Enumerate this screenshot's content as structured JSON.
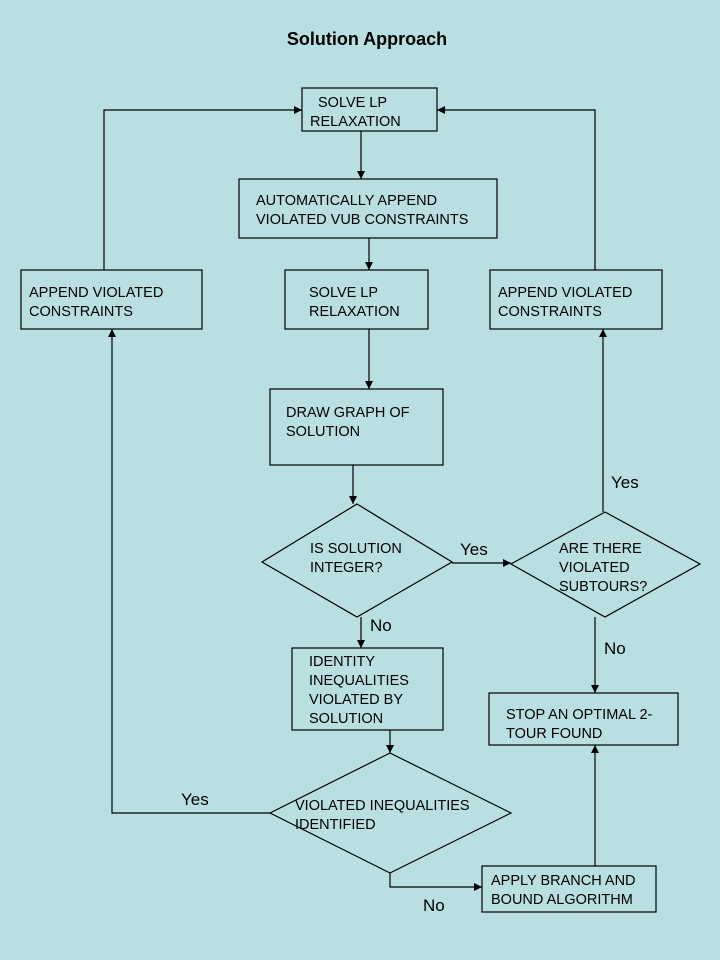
{
  "title": "Solution Approach",
  "nodes": {
    "solve_lp_top": [
      "SOLVE LP",
      "RELAXATION"
    ],
    "append_vub": [
      "AUTOMATICALLY APPEND",
      "VIOLATED VUB CONSTRAINTS"
    ],
    "append_left": [
      "APPEND VIOLATED",
      "CONSTRAINTS"
    ],
    "solve_lp_mid": [
      "SOLVE LP",
      "RELAXATION"
    ],
    "append_right": [
      "APPEND VIOLATED",
      "CONSTRAINTS"
    ],
    "draw_graph": [
      "DRAW GRAPH OF",
      "SOLUTION"
    ],
    "is_integer": [
      "IS SOLUTION",
      "INTEGER?"
    ],
    "subtours": [
      "ARE THERE",
      "VIOLATED",
      "SUBTOURS?"
    ],
    "identify": [
      "IDENTITY",
      "INEQUALITIES",
      "VIOLATED BY",
      "SOLUTION"
    ],
    "stop": [
      "STOP AN OPTIMAL  2-",
      "TOUR FOUND"
    ],
    "violated_identified": [
      "VIOLATED INEQUALITIES",
      "IDENTIFIED"
    ],
    "branch_bound": [
      "APPLY BRANCH AND",
      "BOUND ALGORITHM"
    ]
  },
  "edge_labels": {
    "integer_yes": "Yes",
    "integer_no": "No",
    "subtours_yes": "Yes",
    "subtours_no": "No",
    "violated_yes": "Yes",
    "violated_no": "No"
  }
}
